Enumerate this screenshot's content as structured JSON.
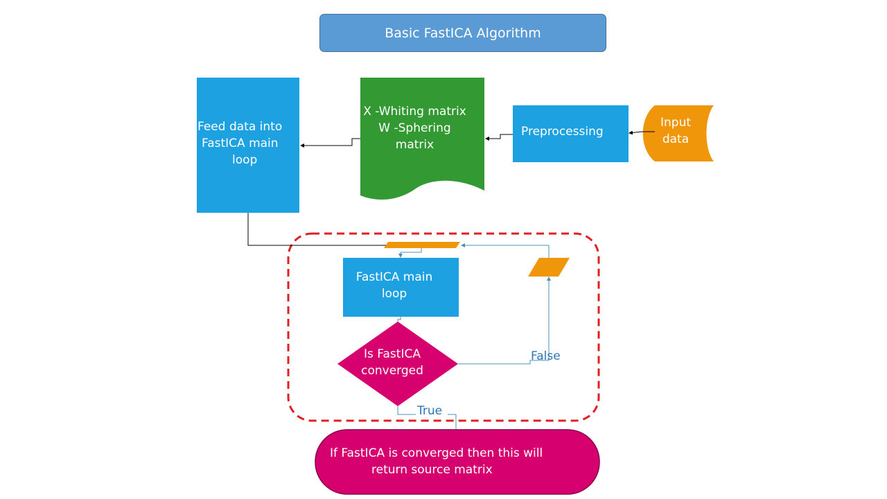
{
  "title": "Basic FastICA  Algorithm",
  "nodes": {
    "feed": {
      "line1": "Feed data into",
      "line2": "FastICA main",
      "line3": "loop"
    },
    "matrix": {
      "line1": "X -Whiting matrix",
      "line2": "W -Sphering",
      "line3": "matrix"
    },
    "preprocessing": "Preprocessing",
    "input": {
      "line1": "Input",
      "line2": "data"
    },
    "main_loop": {
      "line1": "FastICA main",
      "line2": "loop"
    },
    "decision": {
      "line1": "Is FastICA",
      "line2": "converged"
    },
    "result": {
      "line1": "If FastICA is converged then this will",
      "line2": "return source matrix"
    }
  },
  "edge_labels": {
    "false": "False",
    "true": "True"
  },
  "colors": {
    "blue": "#1ea1e1",
    "green": "#339933",
    "orange": "#f0960a",
    "magenta": "#d6006e",
    "title_blue": "#5b9bd5",
    "dashed_red": "#e02020",
    "connector": "#4a90b8"
  }
}
